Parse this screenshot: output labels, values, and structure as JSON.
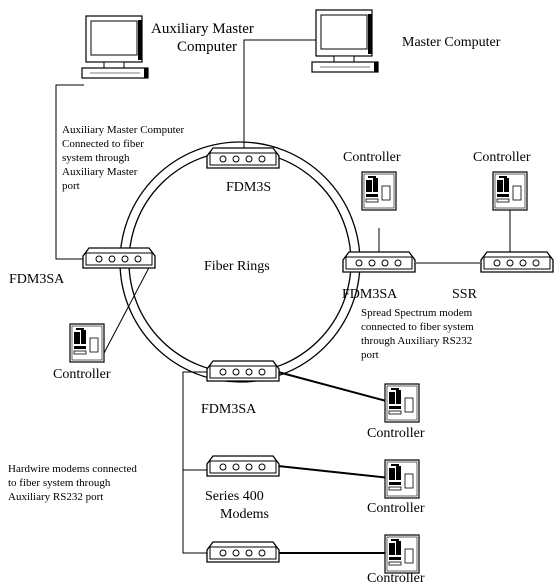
{
  "labels": {
    "aux_master_computer": [
      "Auxiliary Master",
      "Computer"
    ],
    "master_computer": "Master Computer",
    "aux_master_note": [
      "Auxiliary Master Computer",
      "Connected to fiber",
      "system through",
      "Auxiliary Master",
      "port"
    ],
    "fdm3s": "FDM3S",
    "fdm3sa_left": "FDM3SA",
    "fdm3sa_right": "FDM3SA",
    "fdm3sa_bottom": "FDM3SA",
    "fiber_rings": "Fiber Rings",
    "ssr": "SSR",
    "controller": "Controller",
    "spread_spectrum_note": [
      "Spread Spectrum modem",
      "connected to fiber system",
      "through Auxiliary RS232",
      "port"
    ],
    "hardwire_note": [
      "Hardwire modems connected",
      "to fiber system through",
      "Auxiliary RS232 port"
    ],
    "series_400": [
      "Series 400",
      "Modems"
    ]
  }
}
